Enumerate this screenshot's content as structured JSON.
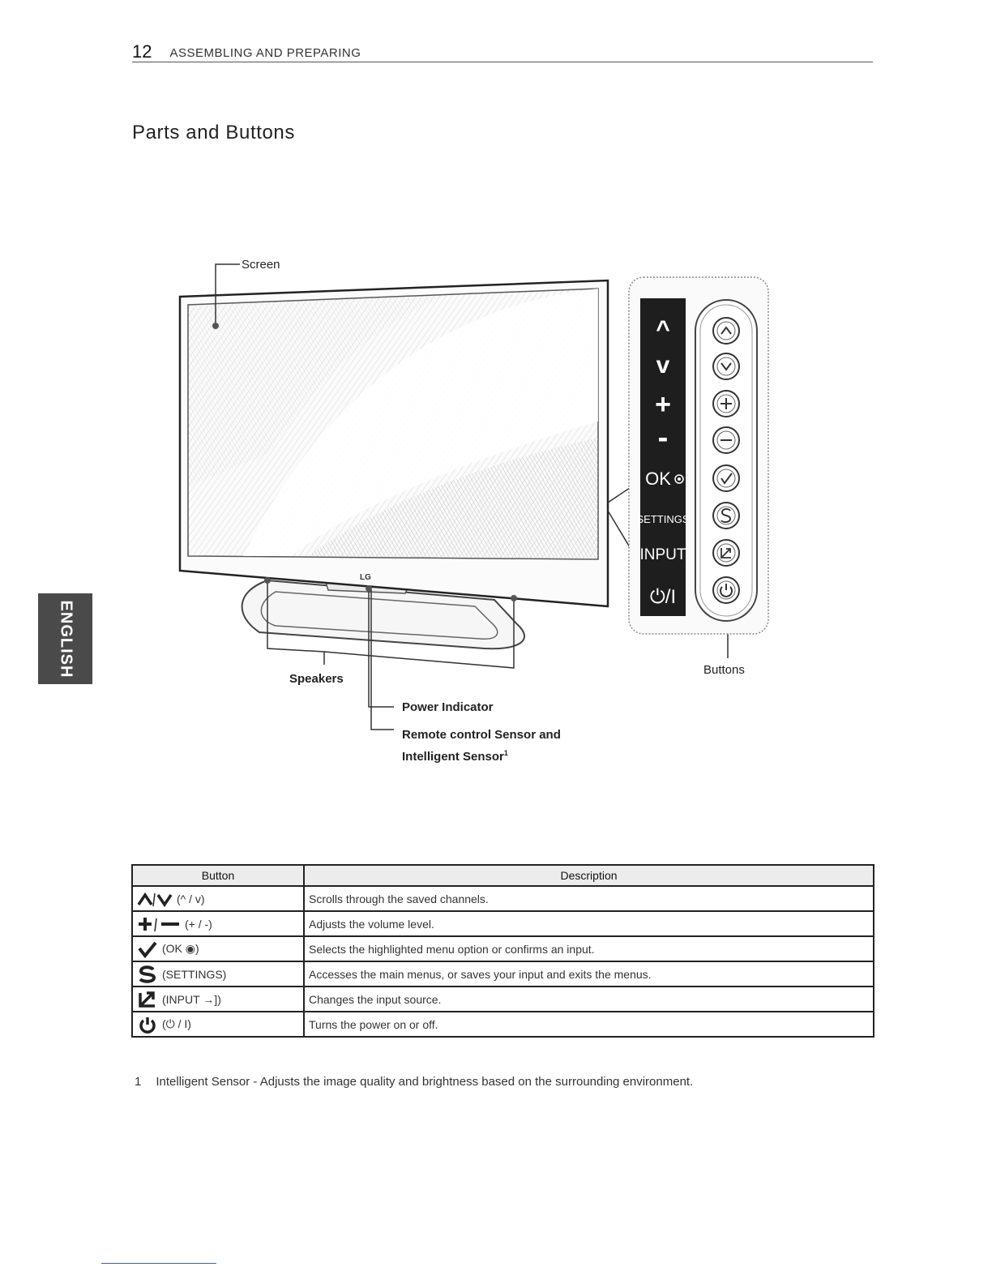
{
  "header": {
    "page_number": "12",
    "section": "ASSEMBLING AND PREPARING"
  },
  "title": "Parts and Buttons",
  "side_tab": "ENGLISH",
  "figure": {
    "screen_label": "Screen",
    "speakers_label": "Speakers",
    "power_indicator_label": "Power Indicator",
    "remote_sensor_label": "Remote control Sensor and",
    "intelligent_sensor_label": "Intelligent Sensor",
    "footnote_mark": "1",
    "buttons_label": "Buttons",
    "logo_text": "LG",
    "panel_keys": [
      "^",
      "v",
      "+",
      "-",
      "OK",
      "SETTINGS",
      "INPUT",
      "⏻/I"
    ]
  },
  "table": {
    "headers": {
      "button": "Button",
      "description": "Description"
    },
    "rows": [
      {
        "icon": "up-down-arrow-icons",
        "button": "(^ / v)",
        "description": "Scrolls through the saved channels."
      },
      {
        "icon": "plus-minus-icons",
        "button": "(+ / -)",
        "description": "Adjusts the volume level."
      },
      {
        "icon": "check-icon",
        "button": "(OK ◉)",
        "description": "Selects the highlighted menu option or confirms an input."
      },
      {
        "icon": "settings-s-icon",
        "button": "(SETTINGS)",
        "description": "Accesses the main menus, or saves your input and exits the menus."
      },
      {
        "icon": "input-icon",
        "button": "(INPUT →])",
        "description": "Changes the input source."
      },
      {
        "icon": "power-icon",
        "button": "(⏻ / I)",
        "description": "Turns the power on or off."
      }
    ]
  },
  "footnote": {
    "number": "1",
    "text": "Intelligent Sensor - Adjusts the image quality and brightness based on the surrounding environment."
  }
}
